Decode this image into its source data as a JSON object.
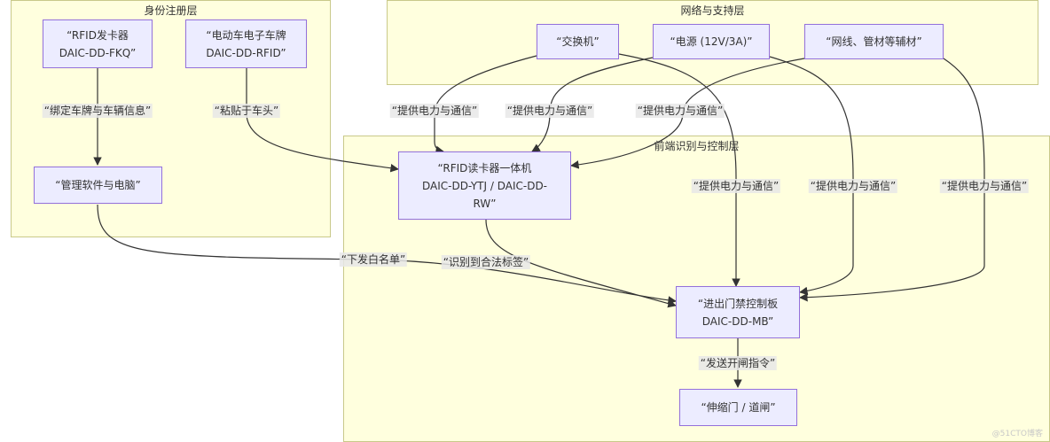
{
  "clusters": {
    "identity": "身份注册层",
    "network": "网络与支持层",
    "frontend": "前端识别与控制层"
  },
  "nodes": {
    "rfid_issuer": "“RFID发卡器\nDAIC-DD-FKQ”",
    "ev_tag": "“电动车电子车牌\nDAIC-DD-RFID”",
    "mgmt_pc": "“管理软件与电脑”",
    "switch": "“交换机”",
    "power": "“电源 (12V/3A)”",
    "cable": "“网线、管材等辅材”",
    "reader": "“RFID读卡器一体机\nDAIC-DD-YTJ / DAIC-DD-\nRW”",
    "controller": "“进出门禁控制板\nDAIC-DD-MB”",
    "barrier": "“伸缩门 / 道闸”"
  },
  "edge_labels": {
    "bind": "“绑定车牌与车辆信息”",
    "stick": "“粘贴于车头”",
    "whitelist": "“下发白名单”",
    "recognize": "“识别到合法标签”",
    "open_cmd": "“发送开闸指令”",
    "supply": "“提供电力与通信”"
  },
  "colors": {
    "cluster_fill": "#ffffde",
    "cluster_border": "#c9c98a",
    "node_fill": "#ececff",
    "node_border": "#9370db",
    "edge": "#333333",
    "label_bg": "#e8e8e8"
  },
  "watermark": "@51CTO博客"
}
